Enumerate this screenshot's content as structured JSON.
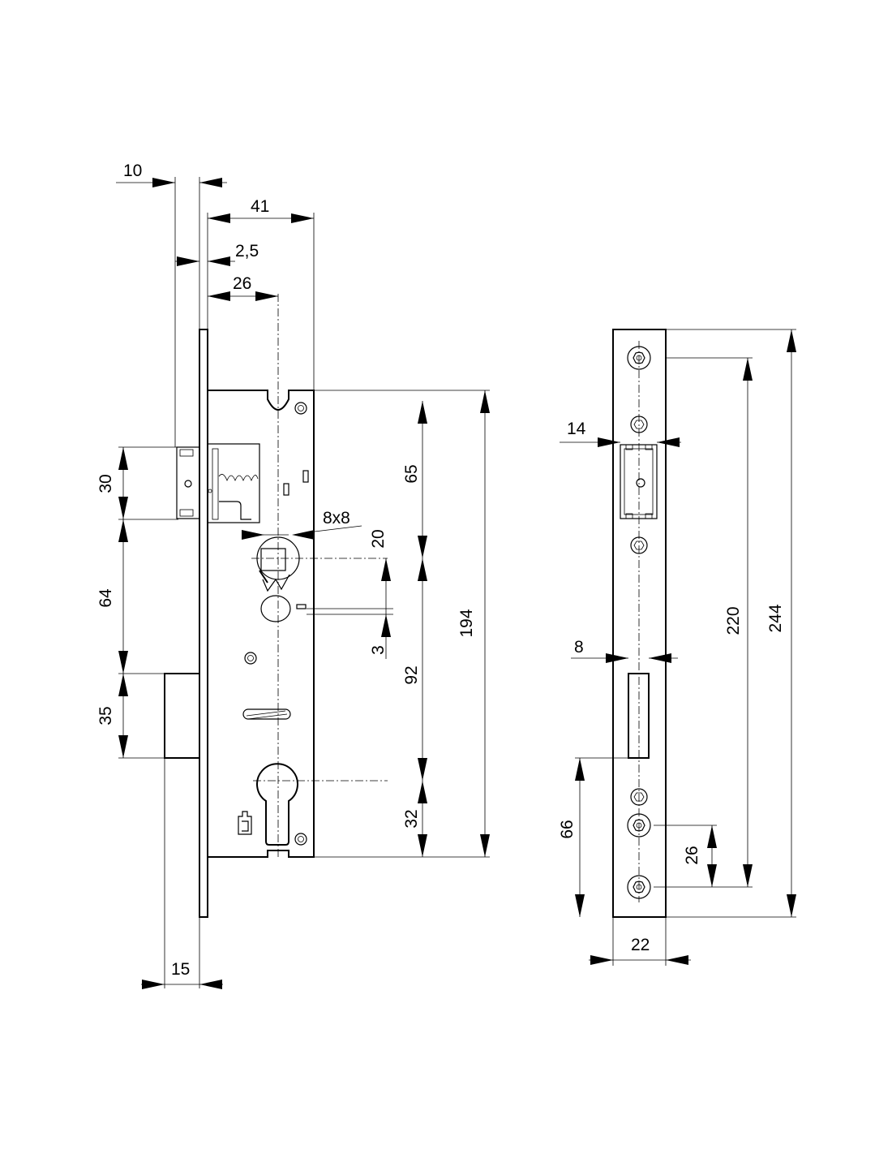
{
  "dimensions": {
    "d10": "10",
    "d41": "41",
    "d2_5": "2,5",
    "d26_top": "26",
    "d30": "30",
    "d64": "64",
    "d35": "35",
    "d15": "15",
    "d8x8": "8x8",
    "d20": "20",
    "d3": "3",
    "d65": "65",
    "d92": "92",
    "d32": "32",
    "d194": "194",
    "d14": "14",
    "d8": "8",
    "d66": "66",
    "d26_strike": "26",
    "d220": "220",
    "d244": "244",
    "d22": "22"
  }
}
